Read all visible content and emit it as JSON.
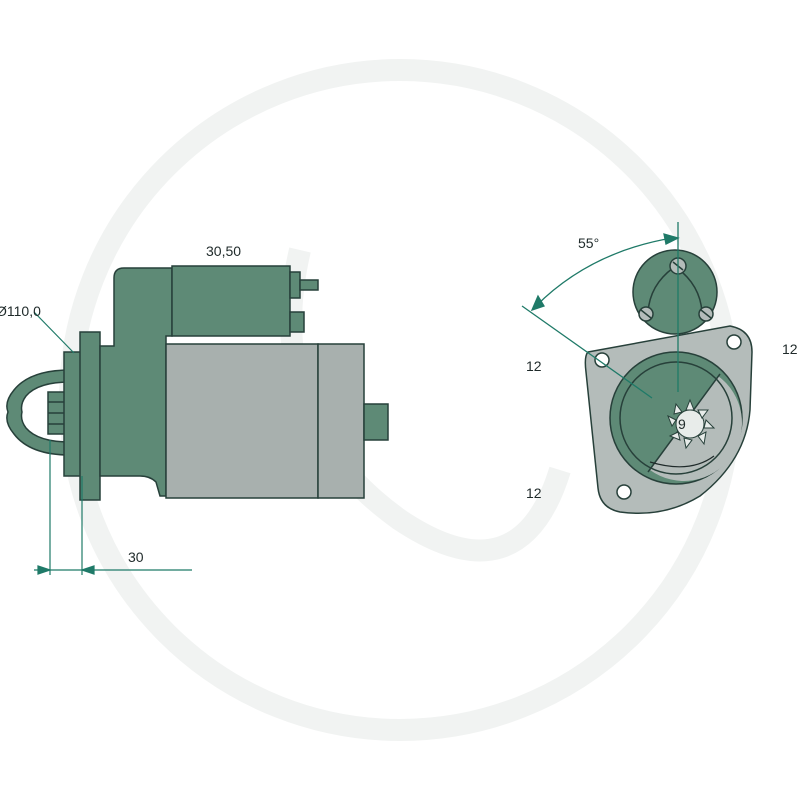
{
  "colors": {
    "body_green": "#5e8a76",
    "dark_green": "#2f5a48",
    "outline": "#27403a",
    "housing_gray": "#a8b0ae",
    "plate_gray": "#b4bcba",
    "dim_line": "#1f7a68",
    "text": "#1f2a2a",
    "watermark": "#f2f4f3"
  },
  "side_view": {
    "diameter_label": "Ø110,0",
    "solenoid_label": "30,50",
    "flange_offset_label": "30"
  },
  "front_view": {
    "angle_label": "55°",
    "hole_label_left_top": "12",
    "hole_label_right": "12",
    "hole_label_left_bottom": "12",
    "teeth_label": "9"
  }
}
